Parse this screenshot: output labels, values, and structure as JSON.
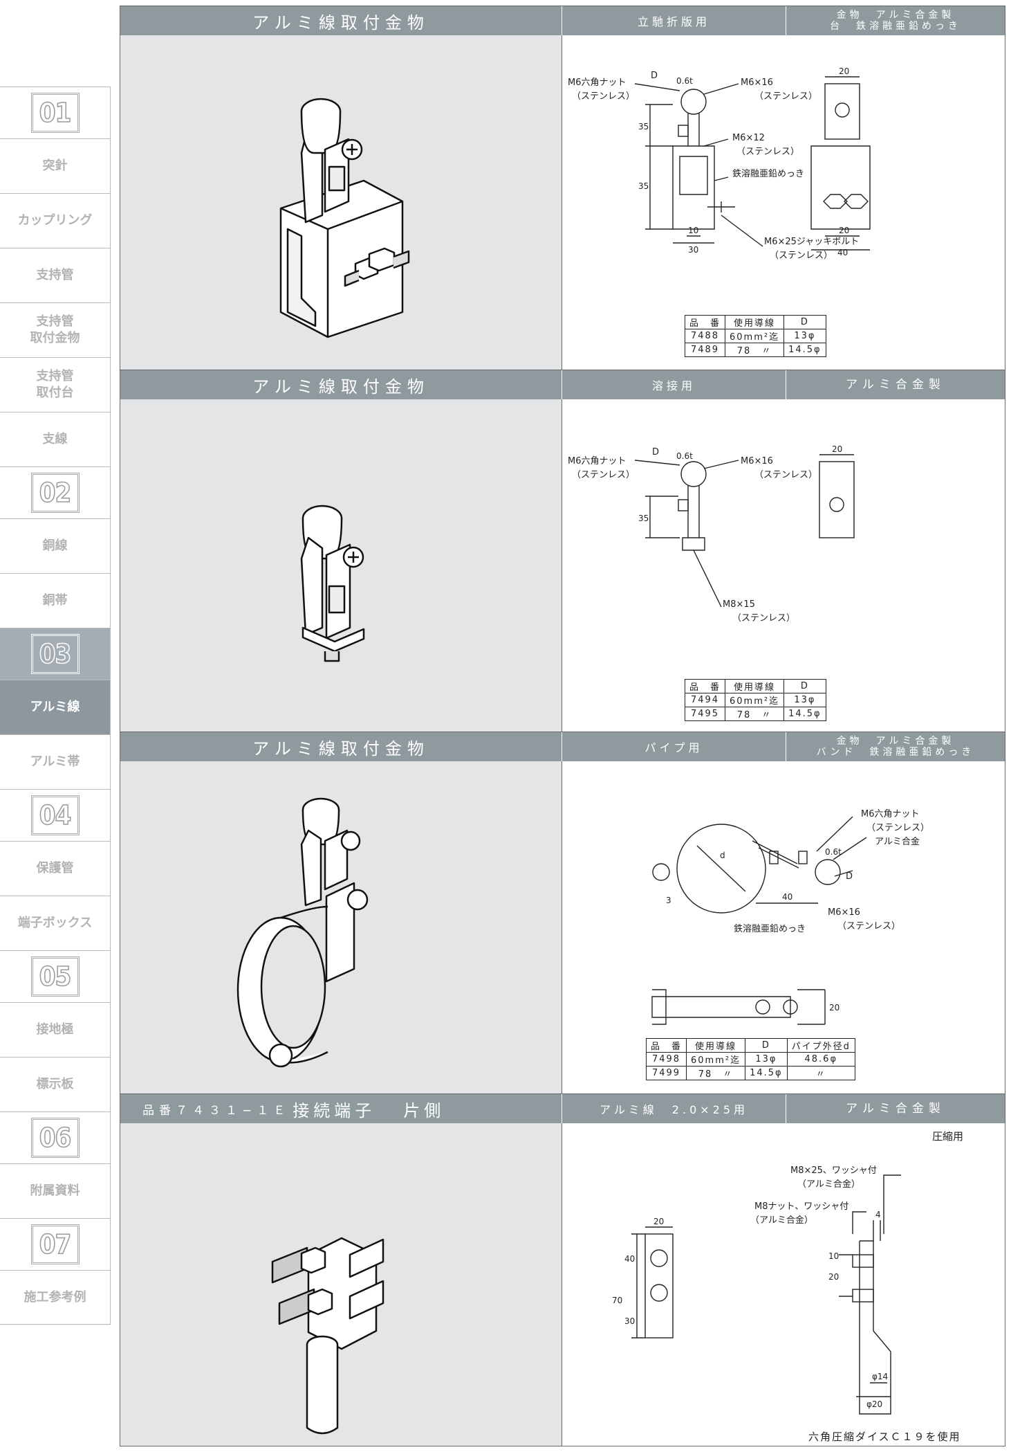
{
  "sidebar": {
    "items": [
      {
        "kind": "chapter",
        "label": "01"
      },
      {
        "kind": "item",
        "label": "突針"
      },
      {
        "kind": "item",
        "label": "カップリング"
      },
      {
        "kind": "item",
        "label": "支持管"
      },
      {
        "kind": "item",
        "label": "支持管\n取付金物"
      },
      {
        "kind": "item",
        "label": "支持管\n取付台"
      },
      {
        "kind": "item",
        "label": "支線"
      },
      {
        "kind": "chapter",
        "label": "02"
      },
      {
        "kind": "item",
        "label": "銅線"
      },
      {
        "kind": "item",
        "label": "銅帯"
      },
      {
        "kind": "chapter",
        "label": "03",
        "active": true
      },
      {
        "kind": "item",
        "label": "アルミ線",
        "active": true
      },
      {
        "kind": "item",
        "label": "アルミ帯"
      },
      {
        "kind": "chapter",
        "label": "04"
      },
      {
        "kind": "item",
        "label": "保護管"
      },
      {
        "kind": "item",
        "label": "端子ボックス"
      },
      {
        "kind": "chapter",
        "label": "05"
      },
      {
        "kind": "item",
        "label": "接地極"
      },
      {
        "kind": "item",
        "label": "標示板"
      },
      {
        "kind": "chapter",
        "label": "06"
      },
      {
        "kind": "item",
        "label": "附属資料"
      },
      {
        "kind": "chapter",
        "label": "07"
      },
      {
        "kind": "item",
        "label": "施工参考例"
      }
    ]
  },
  "sections": [
    {
      "title": "アルミ線取付金物",
      "usage": "立馳折版用",
      "material": [
        "金物　アルミ合金製",
        "台　鉄溶融亜鉛めっき"
      ],
      "labels": {
        "nut": "M6六角ナット",
        "nut_mat": "（ステンレス）",
        "bolt16": "M6×16",
        "bolt16_mat": "（ステンレス）",
        "bolt12": "M6×12",
        "bolt12_mat": "（ステンレス）",
        "plating": "鉄溶融亜鉛めっき",
        "jack": "M6×25ジャッキボルト",
        "jack_mat": "（ステンレス）",
        "d": "D",
        "t": "0.6t"
      },
      "dims": {
        "a": "35",
        "b": "35",
        "c": "10",
        "d": "30",
        "e": "20",
        "f": "20",
        "g": "40"
      },
      "table": {
        "headers": [
          "品　番",
          "使用導線",
          "D"
        ],
        "rows": [
          [
            "7488",
            "60mm²迄",
            "13φ"
          ],
          [
            "7489",
            "78　〃",
            "14.5φ"
          ]
        ]
      }
    },
    {
      "title": "アルミ線取付金物",
      "usage": "溶接用",
      "material": [
        "アルミ合金製"
      ],
      "labels": {
        "nut": "M6六角ナット",
        "nut_mat": "（ステンレス）",
        "bolt16": "M6×16",
        "bolt16_mat": "（ステンレス）",
        "bolt15": "M8×15",
        "bolt15_mat": "（ステンレス）",
        "d": "D",
        "t": "0.6t"
      },
      "dims": {
        "a": "35",
        "e": "20"
      },
      "table": {
        "headers": [
          "品　番",
          "使用導線",
          "D"
        ],
        "rows": [
          [
            "7494",
            "60mm²迄",
            "13φ"
          ],
          [
            "7495",
            "78　〃",
            "14.5φ"
          ]
        ]
      }
    },
    {
      "title": "アルミ線取付金物",
      "usage": "パイプ用",
      "material": [
        "金物　アルミ合金製",
        "バンド　鉄溶融亜鉛めっき"
      ],
      "labels": {
        "nut": "M6六角ナット",
        "nut_mat": "（ステンレス）",
        "alloy": "アルミ合金",
        "d_big": "D",
        "bolt16": "M6×16",
        "bolt16_mat": "（ステンレス）",
        "plating": "鉄溶融亜鉛めっき",
        "d": "d",
        "t": "0.6t",
        "three": "3"
      },
      "dims": {
        "a": "40",
        "b": "20"
      },
      "table": {
        "headers": [
          "品　番",
          "使用導線",
          "D",
          "パイプ外径d"
        ],
        "rows": [
          [
            "7498",
            "60mm²迄",
            "13φ",
            "48.6φ"
          ],
          [
            "7499",
            "78　〃",
            "14.5φ",
            "〃"
          ]
        ]
      }
    },
    {
      "title_prefix": "品番７４３１−１Ｅ",
      "title_main": "接続端子",
      "title_suffix": "片側",
      "usage": "アルミ線　2.0×25用",
      "material": [
        "アルミ合金製"
      ],
      "labels": {
        "compress": "圧縮用",
        "bolt": "M8×25、ワッシャ付",
        "bolt_mat": "（アルミ合金）",
        "nut": "M8ナット、ワッシャ付",
        "nut_mat": "（アルミ合金）",
        "die": "六角圧縮ダイスＣ１９を使用"
      },
      "dims": {
        "w": "20",
        "h1": "40",
        "h2": "30",
        "h": "70",
        "t": "4",
        "p1": "10",
        "p2": "20",
        "phi1": "φ14",
        "phi2": "φ20"
      }
    }
  ]
}
